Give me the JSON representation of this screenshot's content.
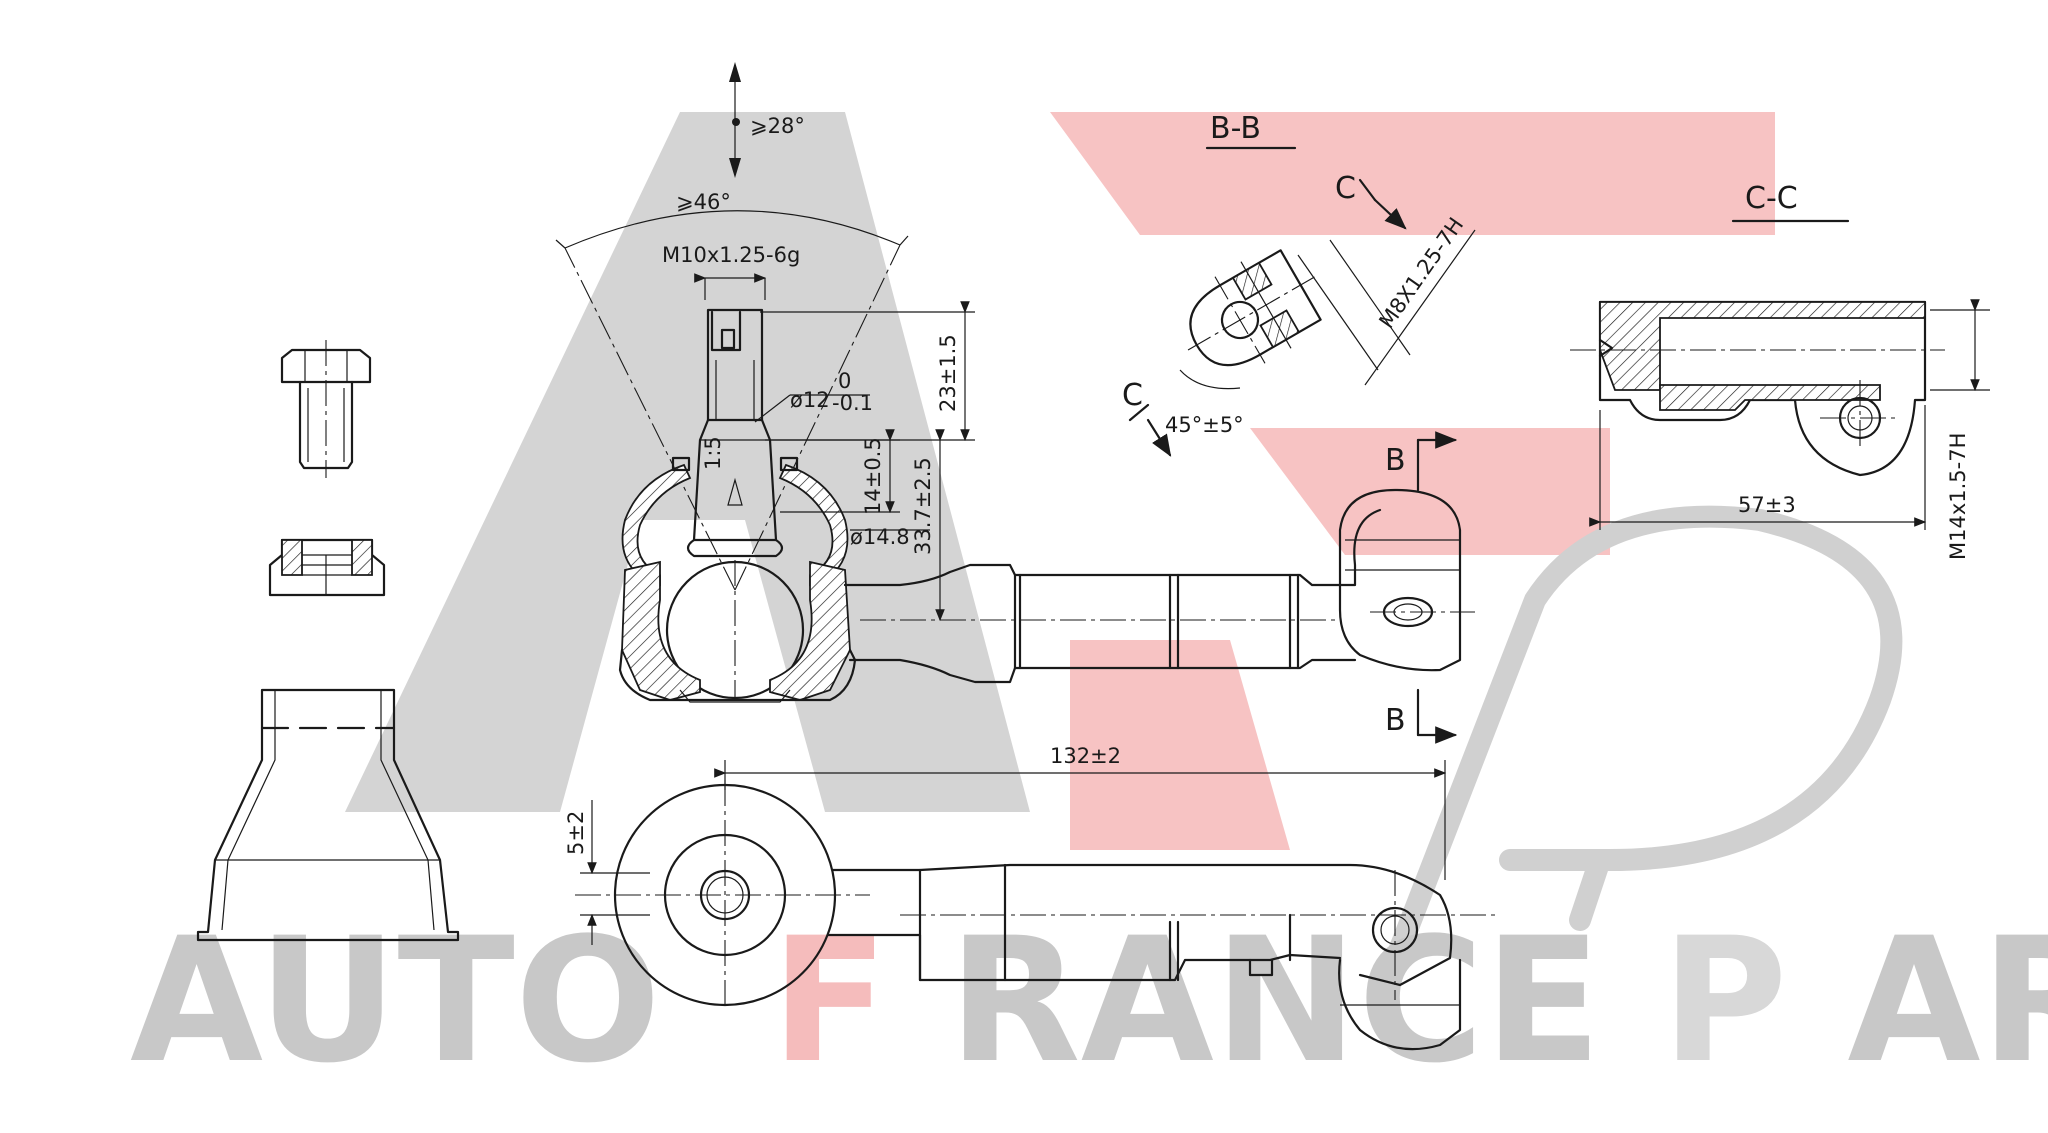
{
  "watermark": {
    "text_grey_1": "AUTO",
    "text_red": "F",
    "text_grey_2": "RANCE",
    "text_grey_3": "P",
    "text_grey_4": "ARTS",
    "colors": {
      "grey": "#c9c9c9",
      "red": "#f7c6c6"
    }
  },
  "labels": {
    "angle_vertical": "⩾28°",
    "angle_swing": "⩾46°",
    "thread_stud": "M10x1.25-6g",
    "dia_stud": "ø12",
    "dia_stud_tol_upper": "0",
    "dia_stud_tol_lower": "-0.1",
    "taper": "1:5",
    "dim_23": "23±1.5",
    "dim_14": "14±0.5",
    "dim_33": "33.7±2.5",
    "dia_14_8": "ø14.8",
    "section_bb": "B-B",
    "section_cc": "C-C",
    "cut_c_1": "C",
    "cut_c_2": "C",
    "thread_clamp": "M8X1.25-7H",
    "angle_45": "45°±5°",
    "cut_b_top": "B",
    "cut_b_bottom": "B",
    "dim_57": "57±3",
    "thread_end": "M14x1.5-7H",
    "dim_132": "132±2",
    "dim_5": "5±2"
  }
}
